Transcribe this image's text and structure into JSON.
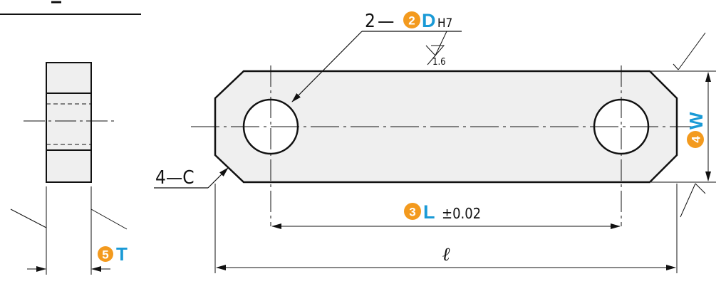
{
  "colors": {
    "part_fill": "#efefef",
    "outline": "#111111",
    "badge": "#f39a1e",
    "label": "#1a9ad6"
  },
  "hole_callout": {
    "qty": "2",
    "dash": "—",
    "num": "2",
    "letter": "D",
    "tol": "H7"
  },
  "roughness": "1.6",
  "chamfer_callout": "4—C",
  "length": {
    "num": "3",
    "letter": "L",
    "tol": "±0.02"
  },
  "width": {
    "num": "4",
    "letter": "W"
  },
  "thickness": {
    "num": "5",
    "letter": "T"
  },
  "overall_length_symbol": "ℓ"
}
